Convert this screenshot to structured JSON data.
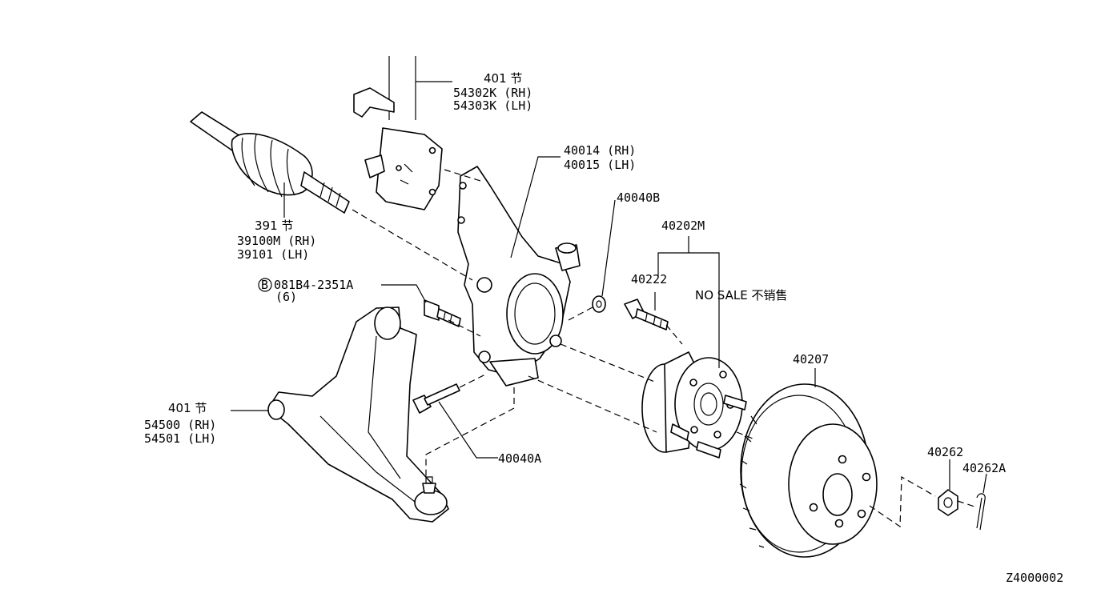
{
  "labels": {
    "strut_group": "401 节",
    "strut_rh": "54302K (RH)",
    "strut_lh": "54303K (LH)",
    "knuckle_rh": "40014 (RH)",
    "knuckle_lh": "40015 (LH)",
    "bolt_b": "40040B",
    "hub_assy": "40202M",
    "hub_bolt": "40222",
    "no_sale": "NO SALE 不销售",
    "shaft_group": "391 节",
    "shaft_rh": "39100M (RH)",
    "shaft_lh": "39101  (LH)",
    "bolt_circle": "B",
    "bolt_part": "081B4-2351A",
    "bolt_qty": "(6)",
    "arm_group": "401 节",
    "arm_rh": "54500 (RH)",
    "arm_lh": "54501 (LH)",
    "bolt_a": "40040A",
    "rotor": "40207",
    "nut": "40262",
    "cotter_pin": "40262A",
    "diagram_code": "Z4000002"
  }
}
